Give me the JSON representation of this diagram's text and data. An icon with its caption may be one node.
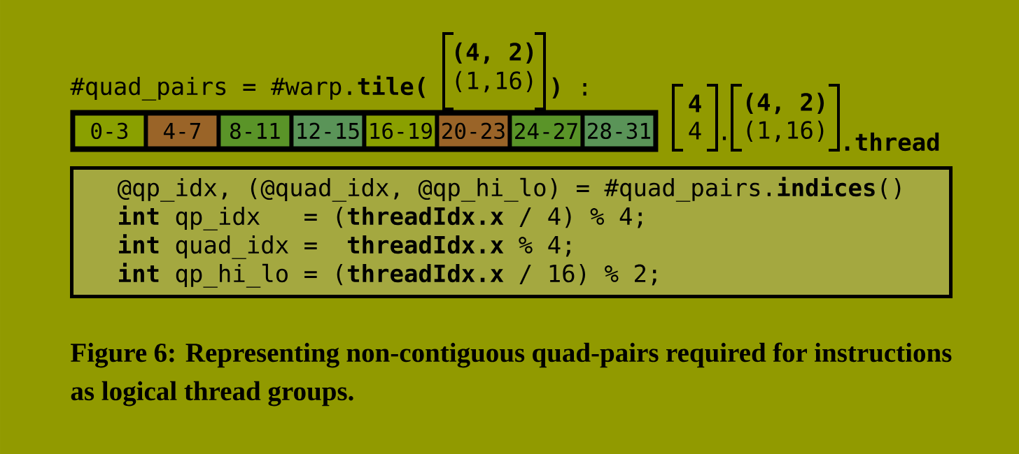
{
  "diagram": {
    "caption": "Figure 6: Representing non-contiguous quad-pairs required for instructions as logical thread groups.",
    "nodes": [
      {
        "text": [],
        "shape": "bar"
      },
      {
        "text": [
          "0-3"
        ],
        "in": 0
      },
      {
        "text": [
          "4-7"
        ],
        "in": 0
      },
      {
        "text": [
          "8-11"
        ],
        "in": 0
      },
      {
        "text": [
          "12-15"
        ],
        "in": 0
      },
      {
        "text": [
          "16-19"
        ],
        "in": 0
      },
      {
        "text": [
          "20-23"
        ],
        "in": 0
      },
      {
        "text": [
          "24-27"
        ],
        "in": 0
      },
      {
        "text": [
          "28-31"
        ],
        "in": 0
      },
      {
        "text": [
          "@qp_idx, (@quad_idx, @qp_hi_lo) = #quad_pairs.**indices**()",
          "**int** qp_idx   = (**threadIdx.x** / 4) % 4;",
          "**int** quad_idx =  **threadIdx.x** % 4;",
          "**int** qp_hi_lo = (**threadIdx.x** / 16) % 2;"
        ]
      }
    ],
    "labels": [
      "#quad_pairs = #warp.**tile(**",
      "(4, 2)",
      "(1,16)",
      "**)** :",
      "4",
      "4",
      ".",
      "(4, 2)",
      "(1,16)",
      ".thread"
    ]
  }
}
